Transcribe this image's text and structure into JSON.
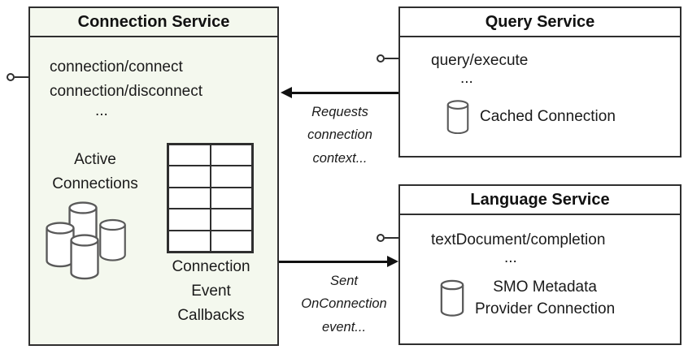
{
  "connection_service": {
    "title": "Connection Service",
    "method_1": "connection/connect",
    "method_2": "connection/disconnect",
    "ellipsis": "...",
    "active_connections_label": "Active\nConnections",
    "callbacks_label": "Connection\nEvent\nCallbacks"
  },
  "query_service": {
    "title": "Query Service",
    "method": "query/execute",
    "ellipsis": "...",
    "cached_connection_label": "Cached Connection"
  },
  "language_service": {
    "title": "Language Service",
    "method": "textDocument/completion",
    "ellipsis": "...",
    "smo_label": "SMO Metadata\nProvider Connection"
  },
  "arrows": {
    "requests_label": "Requests\nconnection\ncontext...",
    "sent_label": "Sent\nOnConnection\nevent..."
  },
  "colors": {
    "connection_service_bg": "#f4f8ee",
    "box_border": "#2f2f2f",
    "cylinder_stroke": "#595959",
    "arrow": "#111111"
  }
}
